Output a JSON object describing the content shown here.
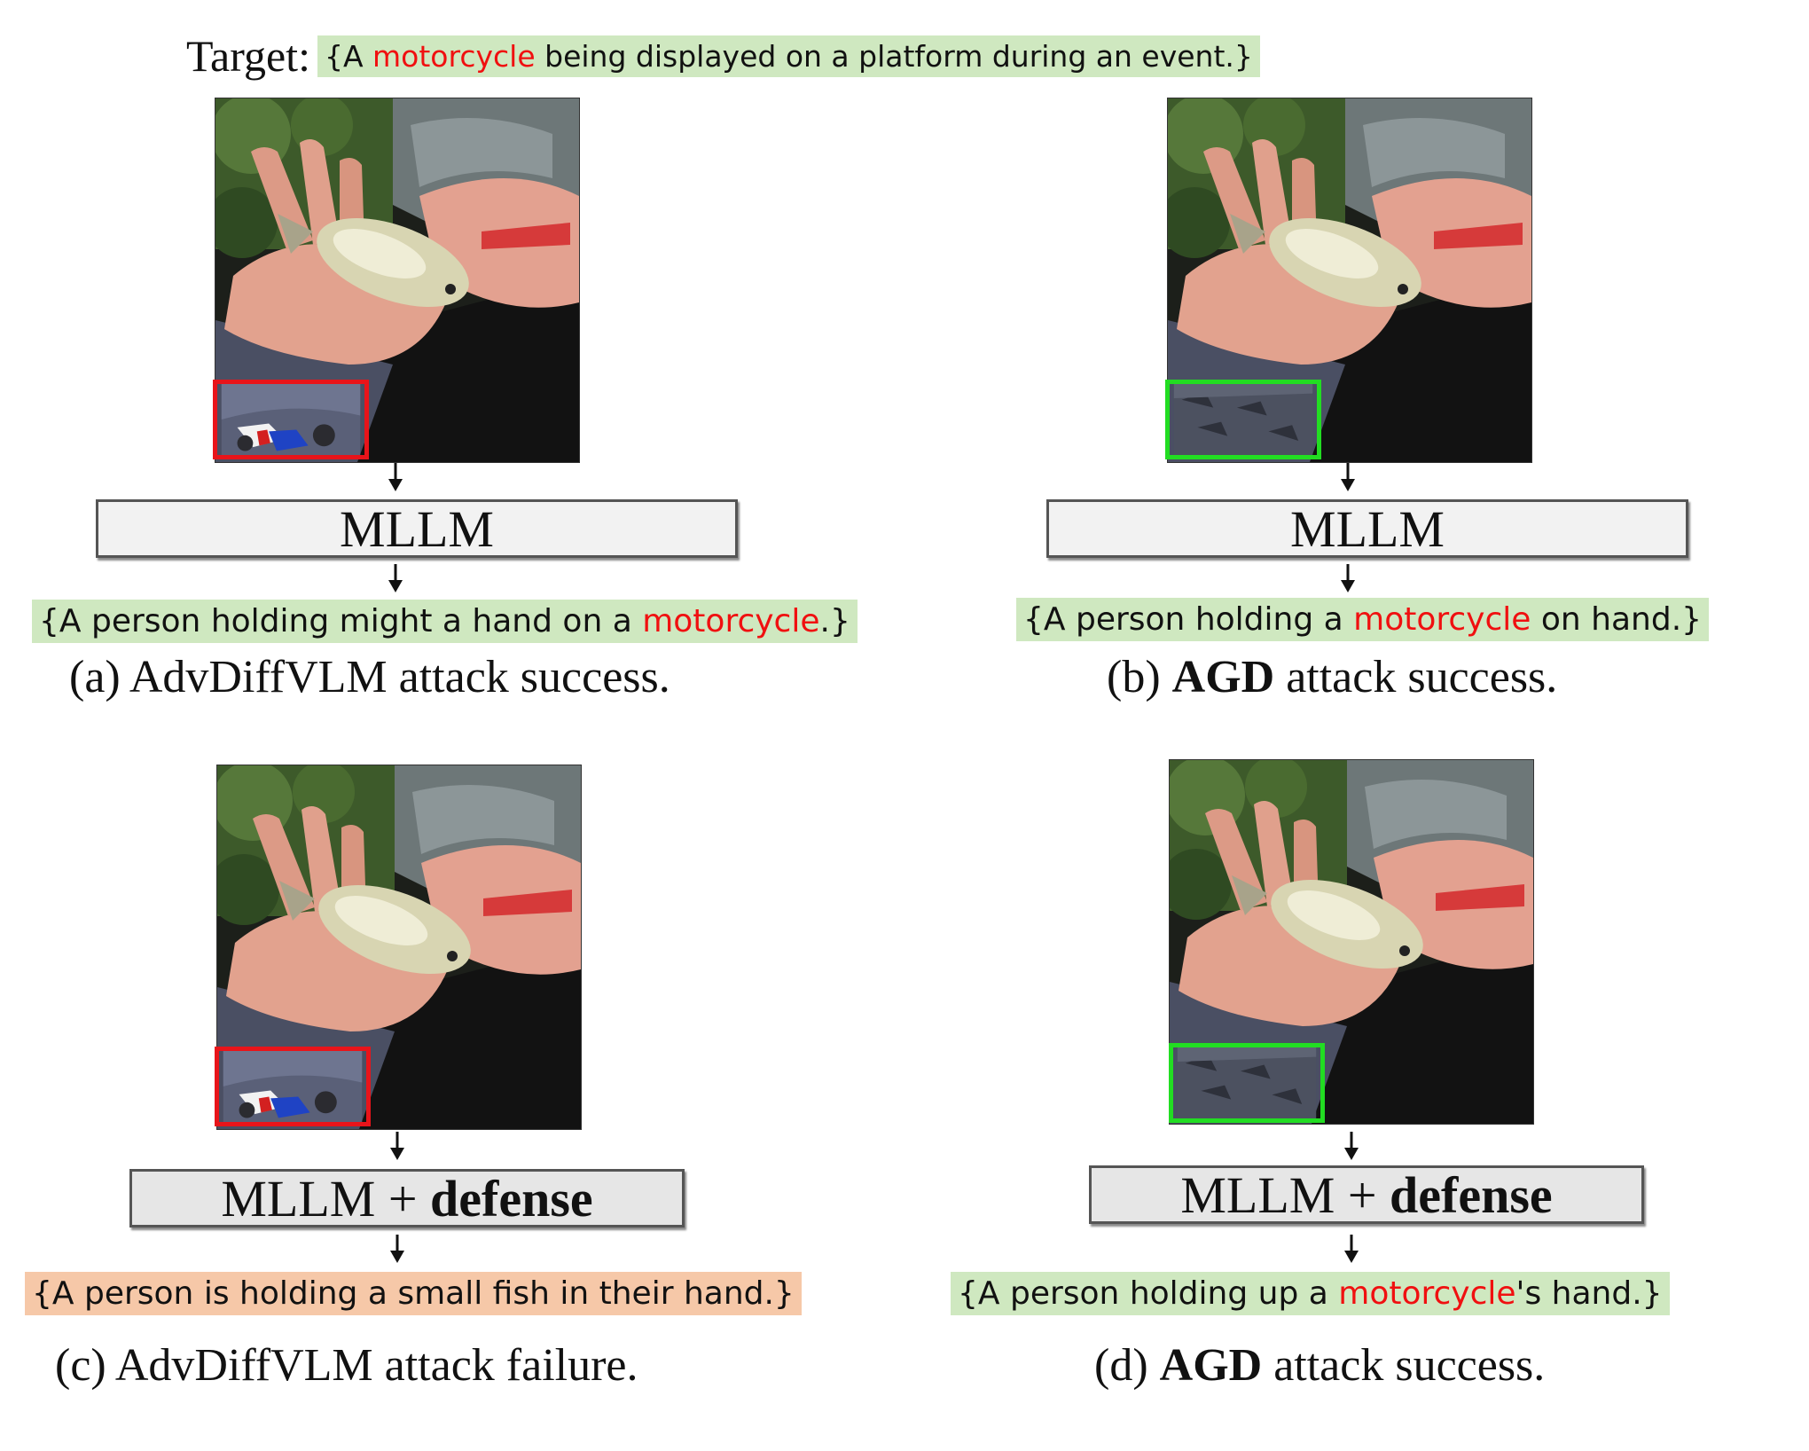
{
  "target": {
    "label": "Target:",
    "prefix": "{A ",
    "highlight": "motorcycle",
    "suffix": " being displayed on a platform during an event.}"
  },
  "panels": [
    {
      "model": "MLLM",
      "output_prefix": "{A person holding might a hand on a ",
      "output_highlight": "motorcycle",
      "output_suffix": ".}",
      "caption_prefix": "(a) AdvDiffVLM",
      "caption_bold": "",
      "caption_suffix": " attack success."
    },
    {
      "model": "MLLM",
      "output_prefix": "{A person holding a ",
      "output_highlight": "motorcycle",
      "output_suffix": " on hand.}",
      "caption_prefix": "(b) ",
      "caption_bold": "AGD",
      "caption_suffix": " attack success."
    },
    {
      "model_plain": "MLLM + ",
      "model_bold": "defense",
      "output_prefix": "{A person is holding a small fish in their hand.}",
      "output_highlight": "",
      "output_suffix": "",
      "caption_prefix": "(c) AdvDiffVLM",
      "caption_bold": "",
      "caption_suffix": " attack failure."
    },
    {
      "model_plain": "MLLM + ",
      "model_bold": "defense",
      "output_prefix": "{A person holding up a ",
      "output_highlight": "motorcycle",
      "output_suffix": "'s hand.}",
      "caption_prefix": "(d) ",
      "caption_bold": "AGD",
      "caption_suffix": " attack success."
    }
  ],
  "colors": {
    "highlight_text": "#f01010",
    "success_bg": "#cfe8c0",
    "failure_bg": "#f6c8a8",
    "advdiffvlm_patch_frame": "#e8141a",
    "agd_patch_frame": "#22dd22"
  }
}
